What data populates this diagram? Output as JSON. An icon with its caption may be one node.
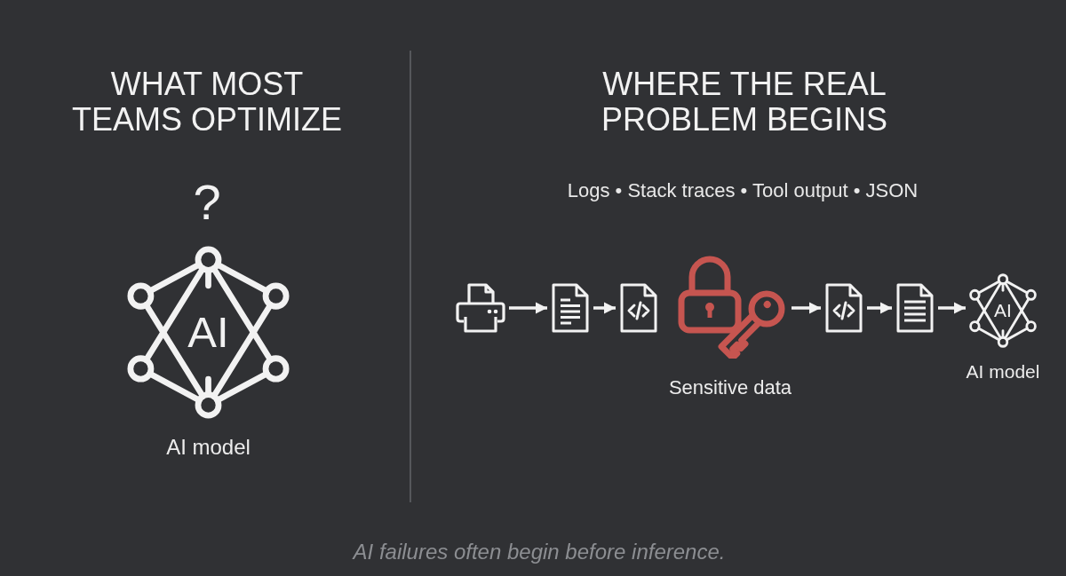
{
  "diagram": {
    "caption": "AI failures often begin before inference.",
    "nodes": [
      {
        "text": [
          "AI"
        ],
        "beside": [
          "AI model"
        ]
      },
      {
        "text": [],
        "shape": "picture"
      },
      {
        "text": [],
        "shape": "picture"
      },
      {
        "text": [],
        "shape": "picture"
      },
      {
        "text": [],
        "shape": "picture",
        "beside": [
          "Sensitive data"
        ]
      },
      {
        "text": [],
        "shape": "picture"
      },
      {
        "text": [],
        "shape": "picture"
      },
      {
        "text": [
          "AI"
        ],
        "beside": [
          "AI model"
        ]
      }
    ],
    "edges": [
      {
        "from": 1,
        "to": 2,
        "arrow": "to"
      },
      {
        "from": 2,
        "to": 3,
        "arrow": "to"
      },
      {
        "from": 4,
        "to": 5,
        "arrow": "to"
      },
      {
        "from": 5,
        "to": 6,
        "arrow": "to"
      },
      {
        "from": 6,
        "to": 7,
        "arrow": "to"
      }
    ],
    "labels": [
      "WHAT MOST TEAMS OPTIMIZE",
      "?",
      "WHERE THE REAL PROBLEM BEGINS",
      "Logs • Stack traces • Tool output • JSON"
    ]
  }
}
